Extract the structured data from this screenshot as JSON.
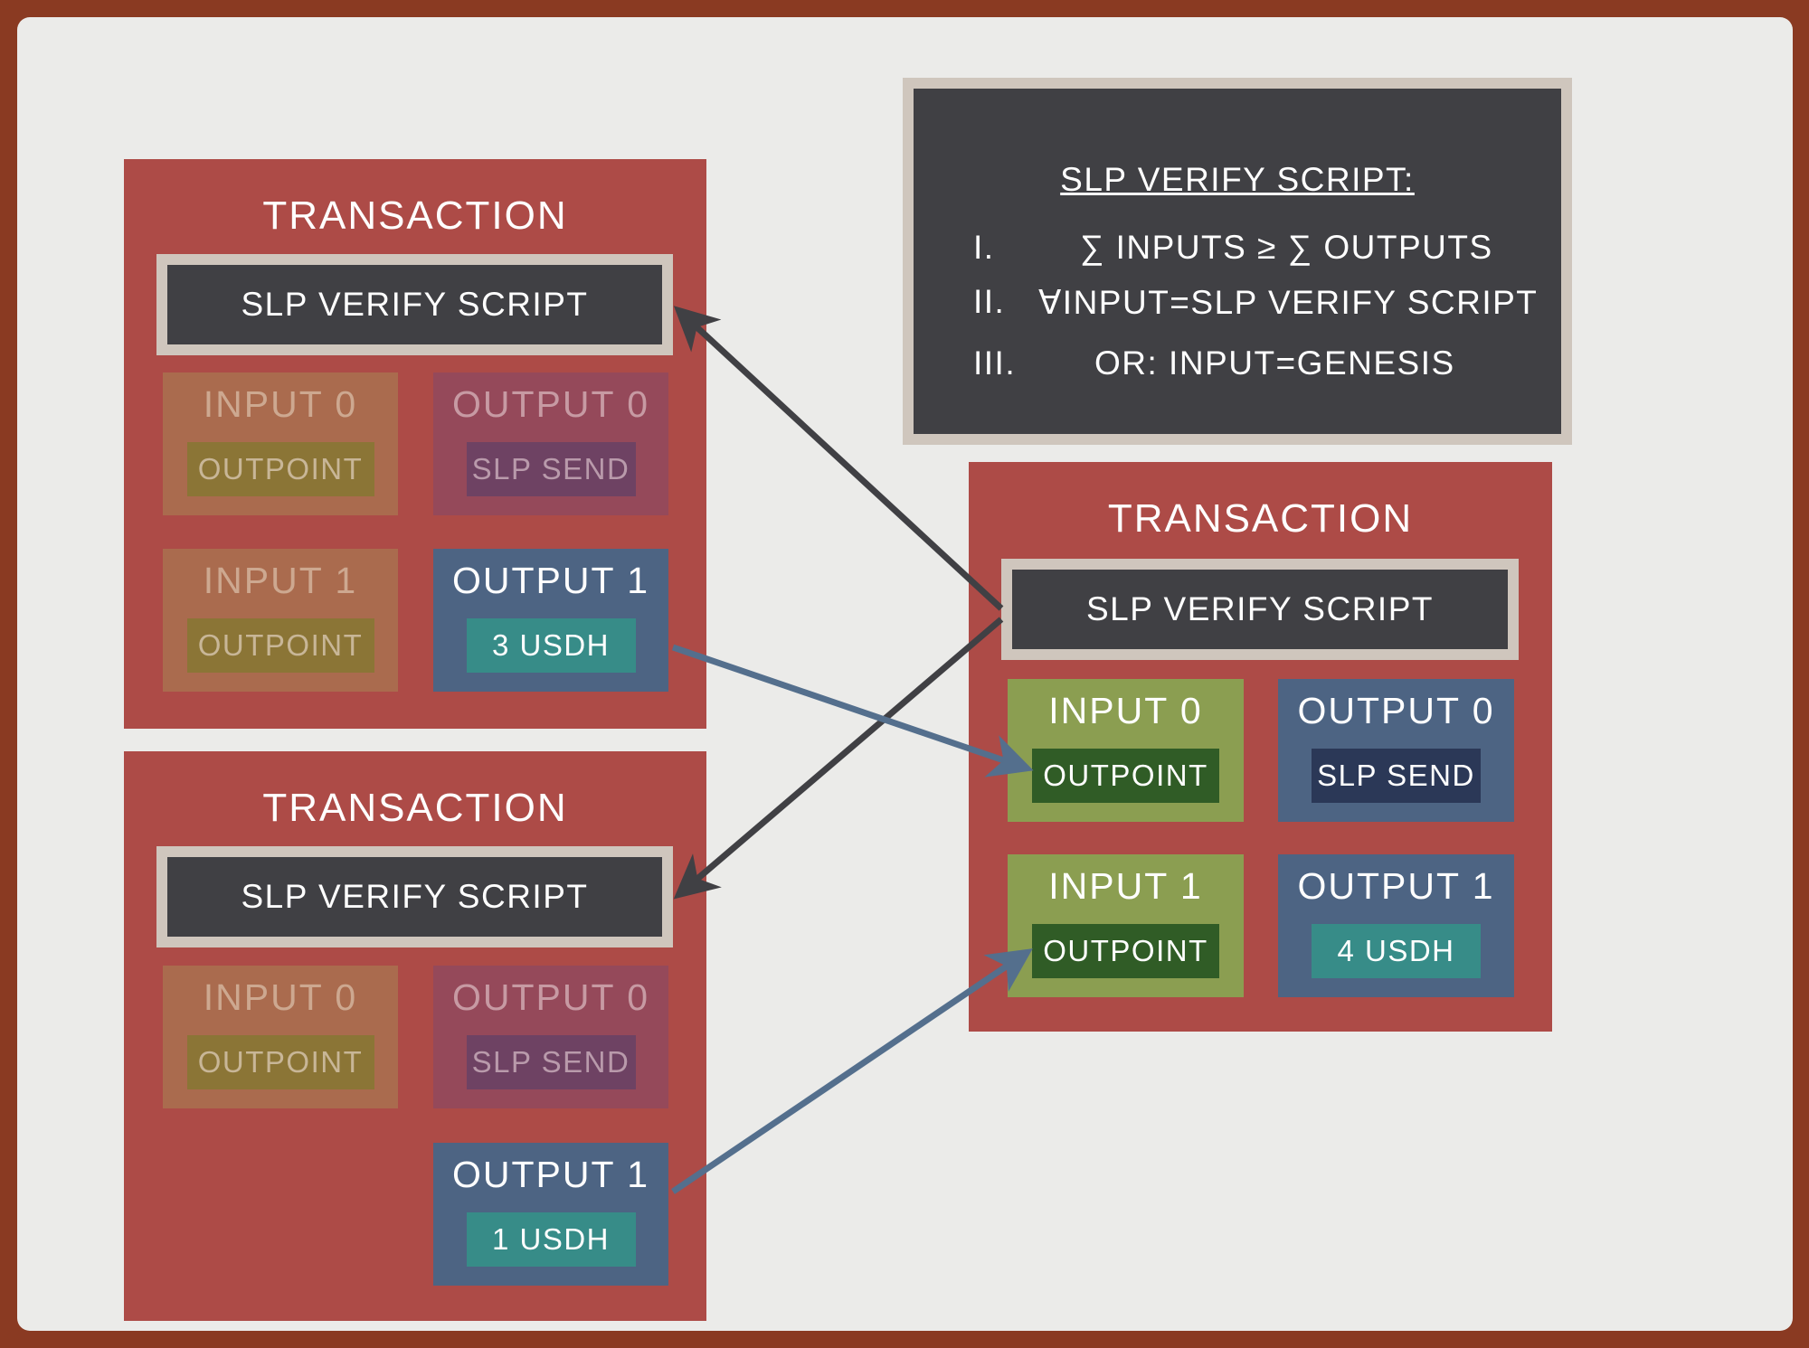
{
  "colors": {
    "transaction": "#ad4b47",
    "script_box": "#404044",
    "input_active": "#8b9e51",
    "output_active": "#4d6483",
    "amount_teal": "#378c88",
    "arrow_dark": "#404044",
    "arrow_blue": "#546f8d"
  },
  "rules": {
    "title": "SLP VERIFY SCRIPT:",
    "items": [
      {
        "num": "I.",
        "text": "∑ INPUTS ≥ ∑ OUTPUTS"
      },
      {
        "num": "II.",
        "text": "∀INPUT=SLP VERIFY SCRIPT"
      },
      {
        "num": "III.",
        "text": "OR: INPUT=GENESIS"
      }
    ]
  },
  "tx_top_left": {
    "title": "TRANSACTION",
    "script": "SLP VERIFY SCRIPT",
    "input0": {
      "label": "INPUT 0",
      "inner": "OUTPOINT"
    },
    "output0": {
      "label": "OUTPUT 0",
      "inner": "SLP SEND"
    },
    "input1": {
      "label": "INPUT 1",
      "inner": "OUTPOINT"
    },
    "output1": {
      "label": "OUTPUT 1",
      "inner": "3 USDH"
    }
  },
  "tx_bottom_left": {
    "title": "TRANSACTION",
    "script": "SLP VERIFY SCRIPT",
    "input0": {
      "label": "INPUT 0",
      "inner": "OUTPOINT"
    },
    "output0": {
      "label": "OUTPUT 0",
      "inner": "SLP SEND"
    },
    "output1": {
      "label": "OUTPUT 1",
      "inner": "1 USDH"
    }
  },
  "tx_right": {
    "title": "TRANSACTION",
    "script": "SLP VERIFY SCRIPT",
    "input0": {
      "label": "INPUT 0",
      "inner": "OUTPOINT"
    },
    "output0": {
      "label": "OUTPUT 0",
      "inner": "SLP SEND"
    },
    "input1": {
      "label": "INPUT 1",
      "inner": "OUTPOINT"
    },
    "output1": {
      "label": "OUTPUT 1",
      "inner": "4 USDH"
    }
  }
}
